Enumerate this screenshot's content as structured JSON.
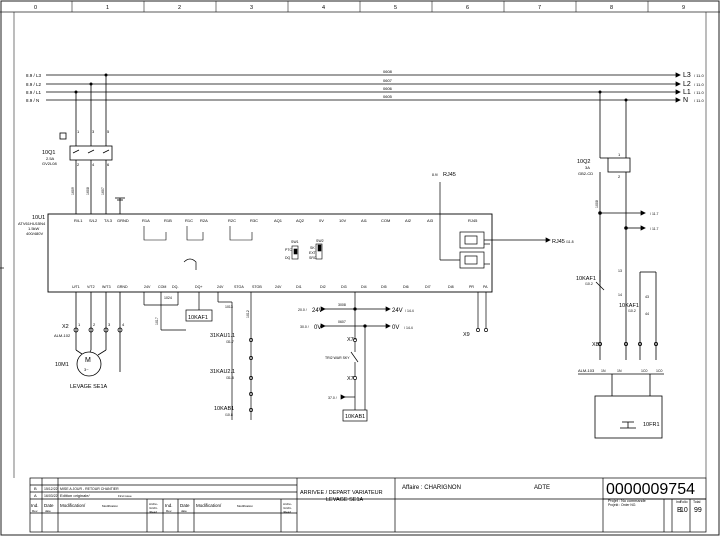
{
  "columns": [
    "0",
    "1",
    "2",
    "3",
    "4",
    "5",
    "6",
    "7",
    "8",
    "9"
  ],
  "buses": {
    "left": [
      "8.9 / L3",
      "8.9 / L2",
      "8.9 / L1",
      "8.9 / N"
    ],
    "wires": [
      "0608",
      "0607",
      "0606",
      "0605"
    ],
    "right": [
      "L3",
      "L2",
      "L1",
      "N"
    ],
    "right_refs": [
      "/ 11.0",
      "/ 11.0",
      "/ 11.0",
      "/ 11.0"
    ]
  },
  "breaker_left": {
    "tag": "10Q1",
    "spec1": "2.5A",
    "spec2": "GV2L08",
    "pins_top": [
      "1",
      "3",
      "5"
    ],
    "pins_bottom": [
      "2",
      "4",
      "6"
    ]
  },
  "breaker_right": {
    "tag": "10Q2",
    "spec1": "3A",
    "spec2": "GB2-CD",
    "pins_top": [
      "1"
    ],
    "pins_bottom": [
      "2"
    ]
  },
  "wire_nums": [
    "1609",
    "1608",
    "1607",
    "1610",
    "1611"
  ],
  "vfd": {
    "tag": "10U1",
    "spec1": "ATV61HU15N4",
    "spec2": "1.5kW",
    "spec3": "400/480V",
    "top_terminals": [
      "R/L1",
      "S/L2",
      "T/L3",
      "GRND",
      "R1A",
      "R1B",
      "R1C",
      "R2A",
      "R2C",
      "R2A",
      "R3C",
      "AQ1",
      "AQ2",
      "0V",
      "10V",
      "AI1",
      "COM",
      "AI2",
      "AI3",
      "RJ45"
    ],
    "bottom_terminals": [
      "U/T1",
      "V/T2",
      "W/T3",
      "GRND",
      "24V",
      "COM",
      "DQ-",
      "DQ+",
      "24V",
      "STOA",
      "STOB",
      "24V",
      "DI1",
      "DI2",
      "DI3",
      "DI4",
      "DI5",
      "DI6",
      "DI7",
      "DI8",
      "PR",
      "PA"
    ],
    "sw_labels": [
      "SW1",
      "PTC",
      "DQ",
      "SW2",
      "SK",
      "EXT",
      "SRC"
    ],
    "rj45_ref": "RJ45",
    "rj45_top_ref": "8.9/",
    "rj45_out": "RJ45",
    "rj45_out_ref": "/11.8"
  },
  "motor": {
    "x_tag": "X2",
    "pins": [
      "1",
      "2",
      "3",
      "4"
    ],
    "cable": "ALM-102",
    "tag": "10M1",
    "symbol": "M",
    "phase": "3~",
    "desc": "LEVAGE SE1A"
  },
  "coils": {
    "k10kaf1": "10KAF1",
    "k31kau1": "31KAU1.1",
    "k31kau1_ref": "/31.7",
    "k31kau2": "31KAU2.1",
    "k31kau2_ref": "/31.8",
    "k10kab1": "10KAB1",
    "k10kab1_ref": "/10.8",
    "wire_1024": "1024",
    "wire_1017": "1017",
    "wire_1013": "1013",
    "wire_1012": "1012"
  },
  "supply": {
    "p24_ref": "20.0 /",
    "p24": "24V",
    "p24_out": "24V",
    "p24_out_ref": "/ 14.4",
    "p0_ref": "30.0 /",
    "p0": "0V",
    "p0_out": "0V",
    "p0_out_ref": "/ 14.4",
    "w3008": "3008",
    "w0607": "0607",
    "x7_a": "X7",
    "x7_b": "X7",
    "note": "TRI2 WAR SKY",
    "ref37": "37.0 /",
    "kab1": "10KAB1",
    "x9": "X9"
  },
  "right_side": {
    "refs": [
      "/ 11.7",
      "/ 11.7"
    ],
    "w1008": "1008",
    "kaf1_tag": "10KAF1",
    "kaf1_ref": "/10.2",
    "kaf1b_tag": "10KAF1",
    "kaf1b_ref": "/10.2",
    "pins": [
      "13",
      "14",
      "43",
      "44"
    ],
    "x8": "X8",
    "cable": "ALM-103",
    "terminals": [
      "1N",
      "1N",
      "1C0",
      "1C0"
    ],
    "sensor_tag": "10FR1"
  },
  "title_block": {
    "rev_rows": [
      {
        "ind": "B",
        "date": "15/12/22",
        "text": "MISE A JOUR - RETOUR CHANTIER"
      },
      {
        "ind": "A",
        "date": "16/03/22",
        "text": "Edition originale/",
        "text2": "First issue"
      }
    ],
    "hdr_ind": "Ind.",
    "hdr_ind2": "Rev.",
    "hdr_date": "Date",
    "hdr_date2": "date",
    "hdr_mod": "Modification/",
    "hdr_mod2": "Modification",
    "hdr_arch": "Arché-",
    "hdr_arch2": "/Archi-",
    "hdr_arch3": "/Read",
    "title1": "ARRIVEE / DEPART VARIATEUR",
    "title2": "LEVAGE SE1A",
    "affaire": "Affaire : CHARIGNON",
    "adte": "ADTE",
    "docnum": "0000009754",
    "projet": "Projet : No commande",
    "projet2": "Projekt : Order NO.",
    "ind_label": "Ind.",
    "folio_label": "Folio",
    "total_label": "Total",
    "ind_val": "B",
    "folio_val": "10",
    "total_val": "99"
  }
}
